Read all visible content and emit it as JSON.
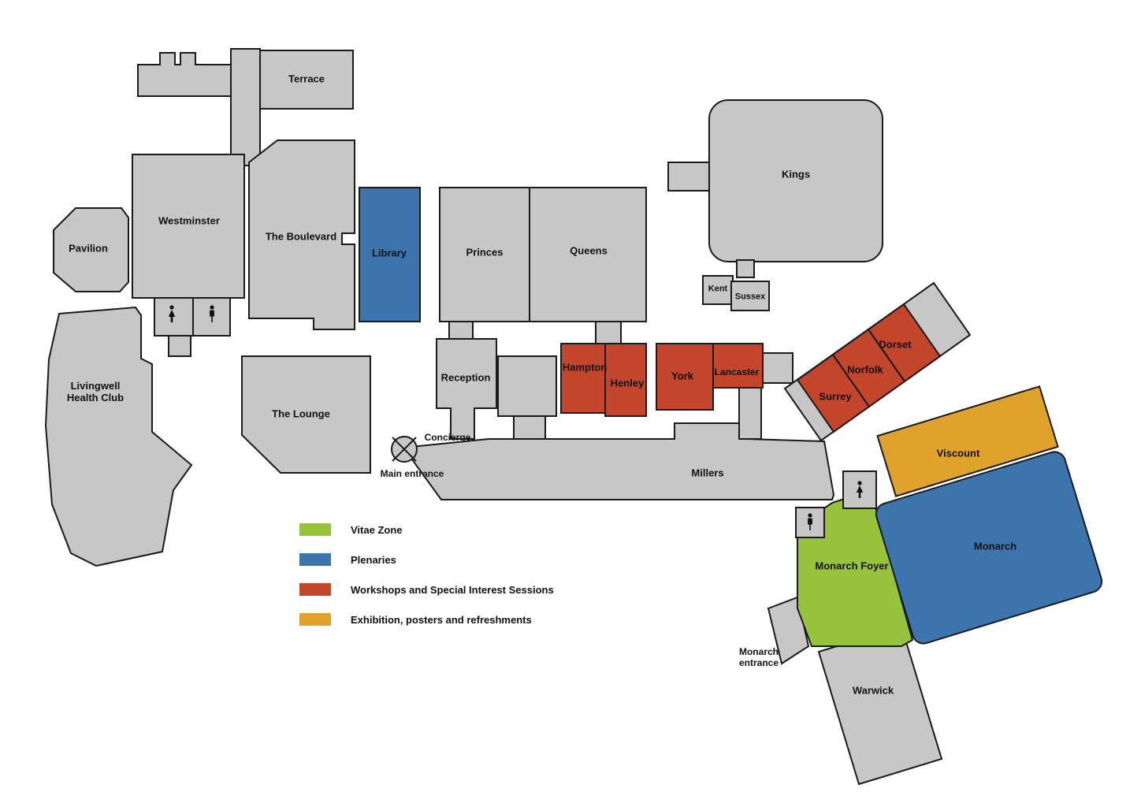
{
  "colors": {
    "room": "#c7c7c7",
    "outline": "#1a1a1a",
    "vitae_zone": "#97c23c",
    "plenaries": "#3c75ae",
    "workshops": "#c2452c",
    "exhibition": "#dfa32b"
  },
  "rooms": {
    "terrace": {
      "label": "Terrace"
    },
    "kings": {
      "label": "Kings"
    },
    "westminster": {
      "label": "Westminster"
    },
    "pavilion": {
      "label": "Pavilion"
    },
    "boulevard": {
      "label": "The Boulevard"
    },
    "library": {
      "label": "Library",
      "category": "plenaries"
    },
    "princes": {
      "label": "Princes"
    },
    "queens": {
      "label": "Queens"
    },
    "kent": {
      "label": "Kent"
    },
    "sussex": {
      "label": "Sussex"
    },
    "dorset": {
      "label": "Dorset",
      "category": "workshops"
    },
    "norfolk": {
      "label": "Norfolk",
      "category": "workshops"
    },
    "surrey": {
      "label": "Surrey",
      "category": "workshops"
    },
    "livingwell": {
      "label": "Livingwell\nHealth Club"
    },
    "reception": {
      "label": "Reception"
    },
    "hampton": {
      "label": "Hampton",
      "category": "workshops"
    },
    "henley": {
      "label": "Henley",
      "category": "workshops"
    },
    "york": {
      "label": "York",
      "category": "workshops"
    },
    "lancaster": {
      "label": "Lancaster",
      "category": "workshops"
    },
    "lounge": {
      "label": "The Lounge"
    },
    "millers": {
      "label": "Millers"
    },
    "viscount": {
      "label": "Viscount",
      "category": "exhibition"
    },
    "monarch": {
      "label": "Monarch",
      "category": "plenaries"
    },
    "monarch_foyer": {
      "label": "Monarch Foyer",
      "category": "vitae_zone"
    },
    "warwick": {
      "label": "Warwick"
    }
  },
  "annotations": {
    "concierge": {
      "label": "Concierge"
    },
    "main_entrance": {
      "label": "Main entrance"
    },
    "monarch_entrance": {
      "label": "Monarch\nentrance"
    }
  },
  "legend": {
    "items": [
      {
        "label": "Vitae Zone",
        "color_key": "vitae_zone"
      },
      {
        "label": "Plenaries",
        "color_key": "plenaries"
      },
      {
        "label": "Workshops and Special Interest Sessions",
        "color_key": "workshops"
      },
      {
        "label": "Exhibition, posters and refreshments",
        "color_key": "exhibition"
      }
    ]
  },
  "icons": {
    "womens_toilet": "woman-figure",
    "mens_toilet": "man-figure",
    "concierge": "crossed-circle"
  }
}
